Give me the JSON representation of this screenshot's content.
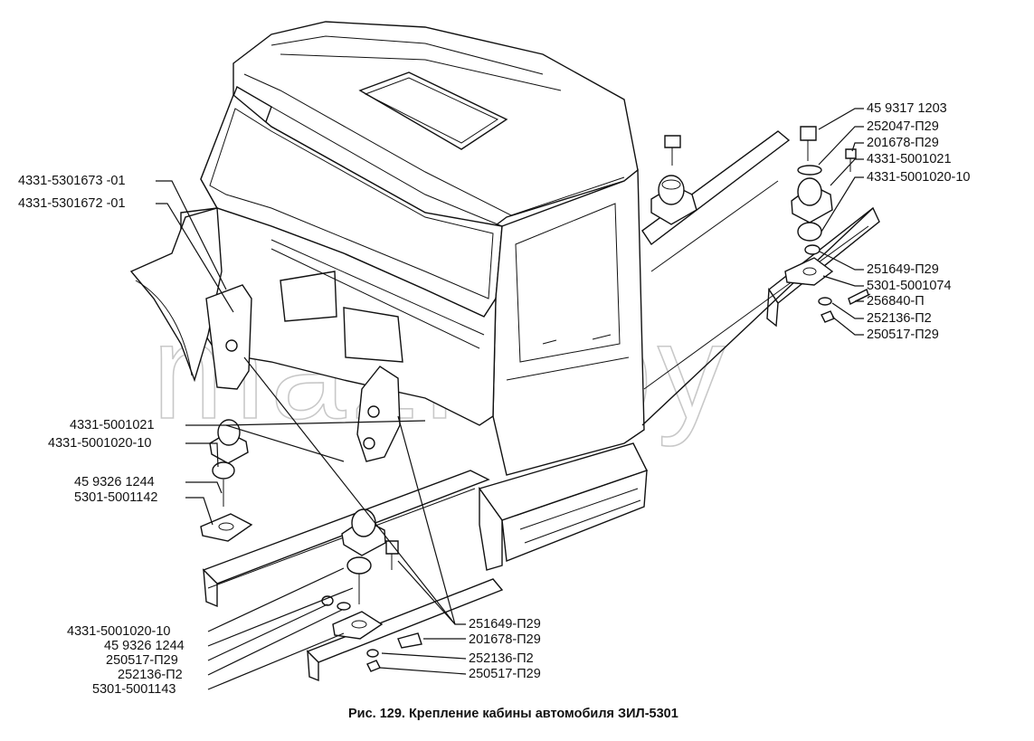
{
  "caption": "Рис. 129. Крепление кабины автомобиля ЗИЛ-5301",
  "watermark": "mazik.by",
  "labels": {
    "upper_left_1": "4331-5301673 -01",
    "upper_left_2": "4331-5301672 -01",
    "left_1": "4331-5001021",
    "left_2": "4331-5001020-10",
    "left_3": "45 9326 1244",
    "left_4": "5301-5001142",
    "bottom_left_1": "4331-5001020-10",
    "bottom_left_2": "45 9326 1244",
    "bottom_left_3": "250517-П29",
    "bottom_left_4": "252136-П2",
    "bottom_left_5": "5301-5001143",
    "bottom_center_1": "251649-П29",
    "bottom_center_2": "201678-П29",
    "bottom_center_3": "252136-П2",
    "bottom_center_4": "250517-П29",
    "right_1": "45 9317 1203",
    "right_2": "252047-П29",
    "right_3": "201678-П29",
    "right_4": "4331-5001021",
    "right_5": "4331-5001020-10",
    "right_6": "251649-П29",
    "right_7": "5301-5001074",
    "right_8": "256840-П",
    "right_9": "252136-П2",
    "right_10": "250517-П29"
  }
}
